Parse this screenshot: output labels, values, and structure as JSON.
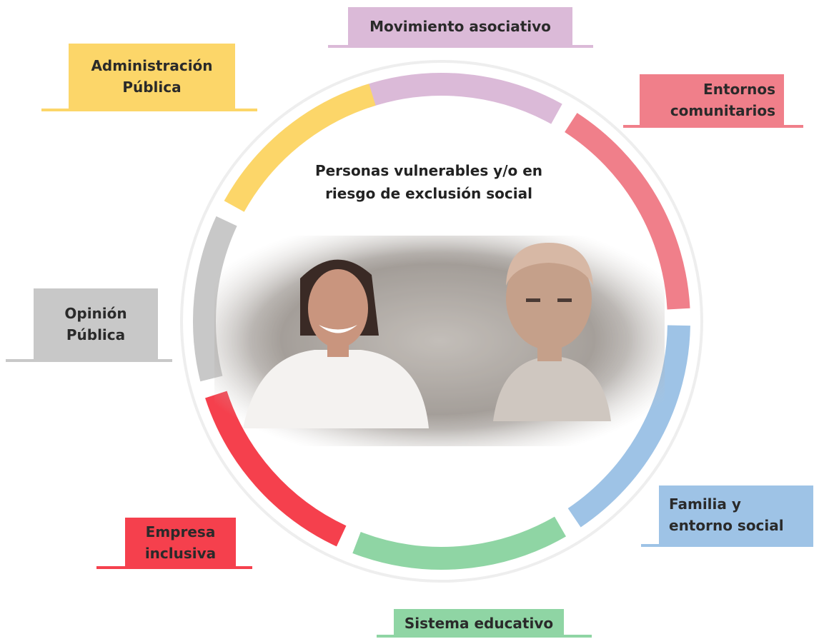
{
  "center": {
    "title": "Personas vulnerables y/o en\nriesgo de exclusión social"
  },
  "segments": [
    {
      "key": "movimiento",
      "label": "Movimiento asociativo",
      "color": "#dbbad8"
    },
    {
      "key": "entornos",
      "label": "Entornos\ncomunitarios",
      "color": "#f07f8a"
    },
    {
      "key": "familia",
      "label": "Familia y\nentorno social",
      "color": "#9ec3e6"
    },
    {
      "key": "sistema",
      "label": "Sistema educativo",
      "color": "#8fd5a4"
    },
    {
      "key": "empresa",
      "label": "Empresa\ninclusiva",
      "color": "#f5404d"
    },
    {
      "key": "opinion",
      "label": "Opinión\nPública",
      "color": "#c8c8c8"
    },
    {
      "key": "administracion",
      "label": "Administración\nPública",
      "color": "#fcd669"
    }
  ]
}
